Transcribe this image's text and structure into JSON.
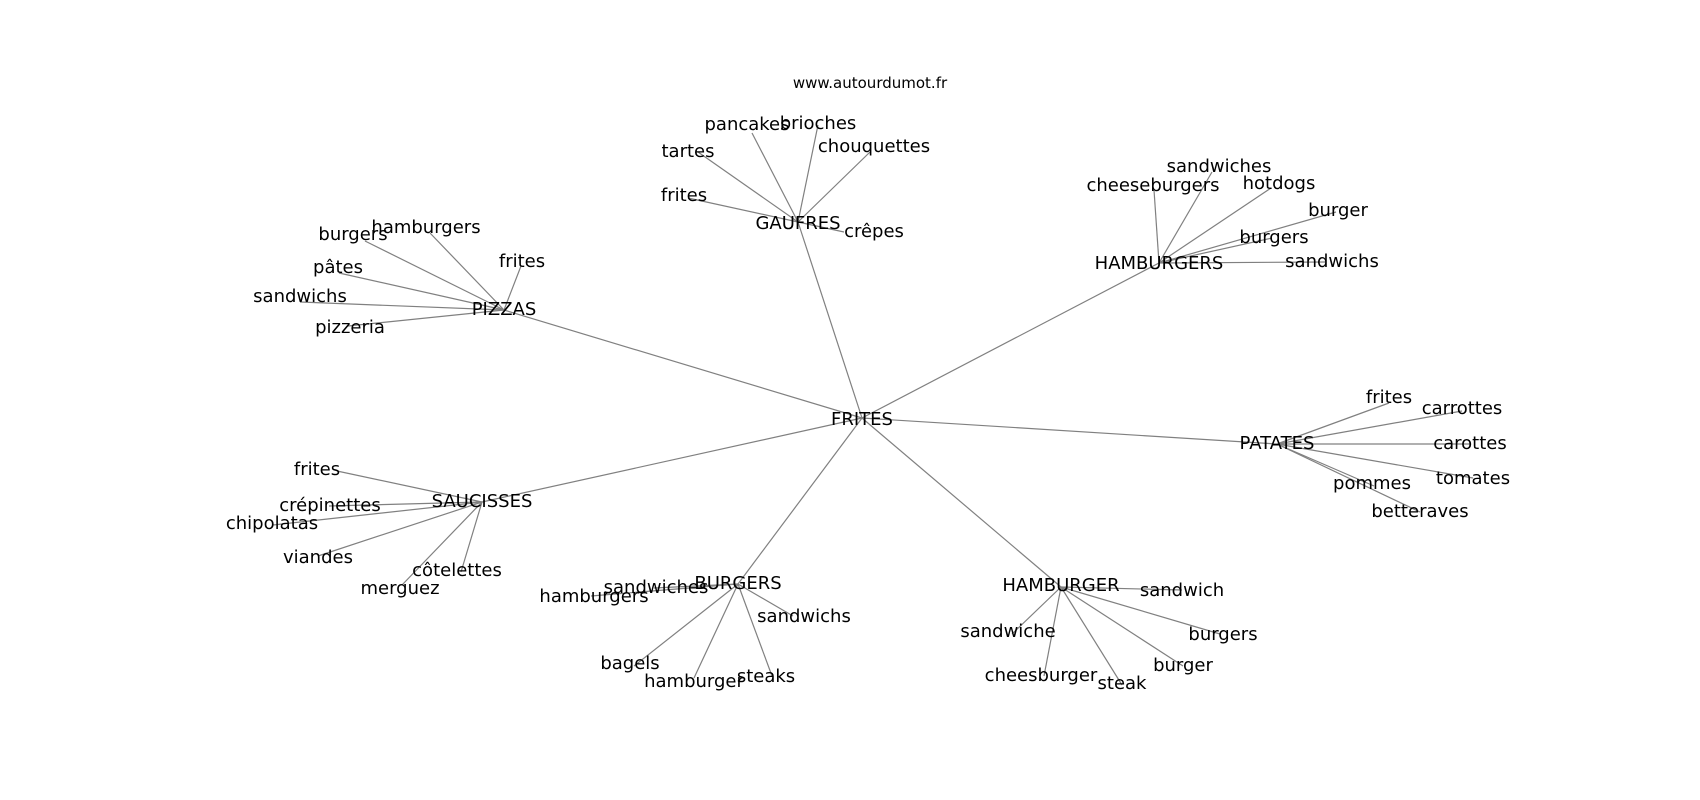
{
  "site_label": "www.autourdumot.fr",
  "edge_color": "#808080",
  "text_color": "#000000",
  "root": "FRITES",
  "groups": [
    {
      "label": "GAUFRES",
      "leaves": [
        "pancakes",
        "brioches",
        "tartes",
        "chouquettes",
        "frites",
        "crêpes"
      ]
    },
    {
      "label": "HAMBURGERS",
      "leaves": [
        "sandwiches",
        "cheeseburgers",
        "hotdogs",
        "burger",
        "burgers",
        "sandwichs"
      ]
    },
    {
      "label": "PIZZAS",
      "leaves": [
        "hamburgers",
        "burgers",
        "frites",
        "pâtes",
        "sandwichs",
        "pizzeria"
      ]
    },
    {
      "label": "PATATES",
      "leaves": [
        "frites",
        "carrottes",
        "carottes",
        "tomates",
        "pommes",
        "betteraves"
      ]
    },
    {
      "label": "SAUCISSES",
      "leaves": [
        "frites",
        "crépinettes",
        "chipolatas",
        "viandes",
        "côtelettes",
        "merguez"
      ]
    },
    {
      "label": "BURGERS",
      "leaves": [
        "sandwiches",
        "hamburgers",
        "sandwichs",
        "bagels",
        "hamburger",
        "steaks"
      ]
    },
    {
      "label": "HAMBURGER",
      "leaves": [
        "sandwich",
        "sandwiche",
        "burgers",
        "burger",
        "cheesburger",
        "steak"
      ]
    }
  ]
}
